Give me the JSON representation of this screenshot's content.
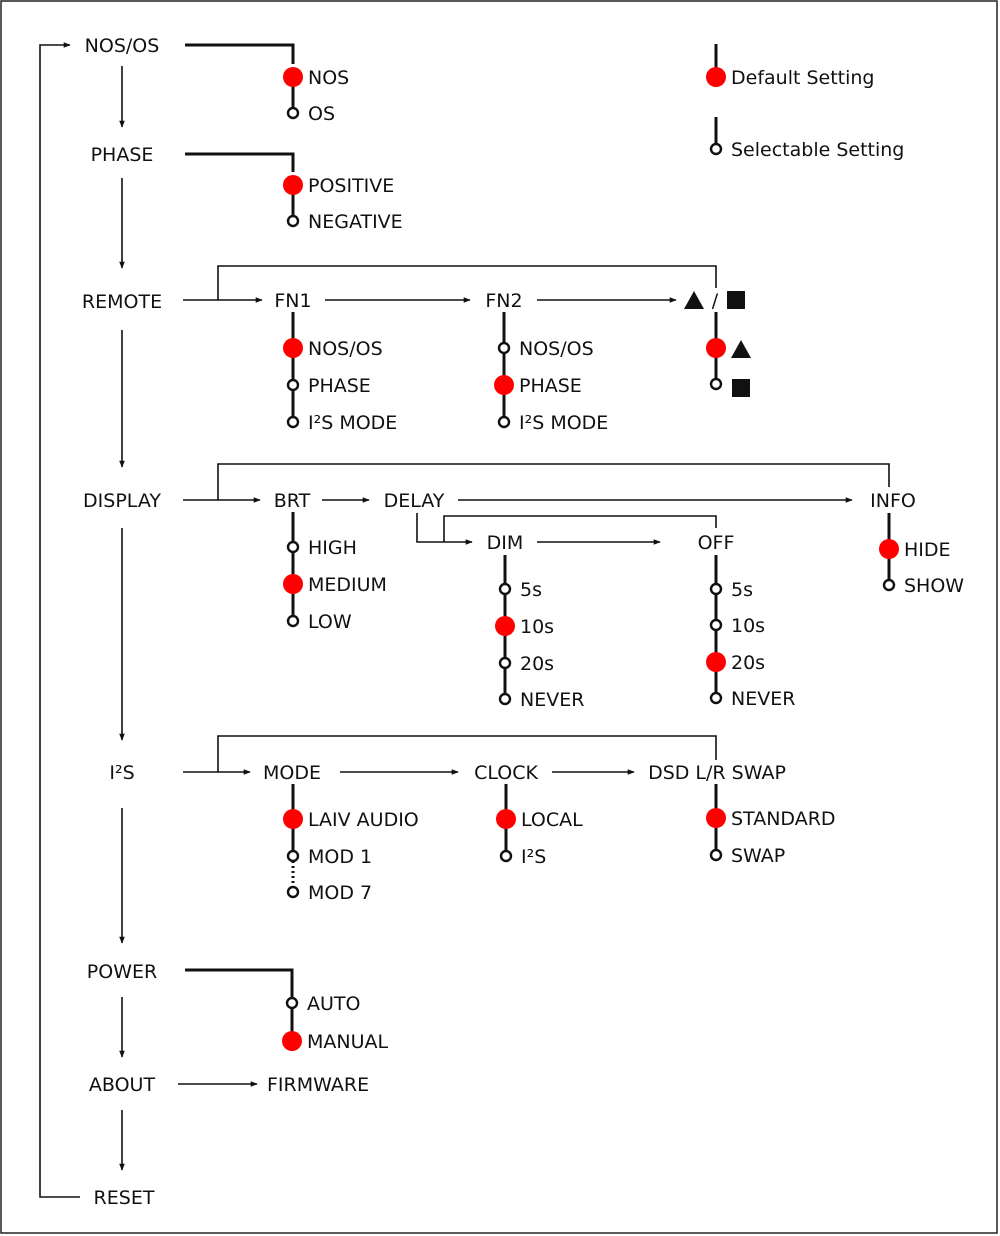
{
  "colors": {
    "default_dot": "#ff0000",
    "line": "#111111"
  },
  "legend": {
    "default_label": "Default Setting",
    "selectable_label": "Selectable Setting"
  },
  "menu": {
    "nos_os": "NOS/OS",
    "phase": "PHASE",
    "remote": "REMOTE",
    "display": "DISPLAY",
    "i2s": "I²S",
    "power": "POWER",
    "about": "ABOUT",
    "reset": "RESET"
  },
  "nos_os": {
    "options": [
      "NOS",
      "OS"
    ],
    "default_index": 0
  },
  "phase": {
    "options": [
      "POSITIVE",
      "NEGATIVE"
    ],
    "default_index": 0
  },
  "remote": {
    "fn1": {
      "label": "FN1",
      "options": [
        "NOS/OS",
        "PHASE",
        "I²S MODE"
      ],
      "default_index": 0
    },
    "fn2": {
      "label": "FN2",
      "options": [
        "NOS/OS",
        "PHASE",
        "I²S MODE"
      ],
      "default_index": 1
    },
    "shape": {
      "separator": "/",
      "options": [
        "triangle",
        "square"
      ],
      "default_index": 0
    }
  },
  "display": {
    "brt": {
      "label": "BRT",
      "options": [
        "HIGH",
        "MEDIUM",
        "LOW"
      ],
      "default_index": 1
    },
    "delay": {
      "label": "DELAY"
    },
    "dim": {
      "label": "DIM",
      "options": [
        "5s",
        "10s",
        "20s",
        "NEVER"
      ],
      "default_index": 1
    },
    "off": {
      "label": "OFF",
      "options": [
        "5s",
        "10s",
        "20s",
        "NEVER"
      ],
      "default_index": 2
    },
    "info": {
      "label": "INFO",
      "options": [
        "HIDE",
        "SHOW"
      ],
      "default_index": 0
    }
  },
  "i2s": {
    "mode": {
      "label": "MODE",
      "options": [
        "LAIV AUDIO",
        "MOD 1",
        "MOD 7"
      ],
      "default_index": 0
    },
    "clock": {
      "label": "CLOCK",
      "options": [
        "LOCAL",
        "I²S"
      ],
      "default_index": 0
    },
    "swap": {
      "label": "DSD L/R SWAP",
      "options": [
        "STANDARD",
        "SWAP"
      ],
      "default_index": 0
    }
  },
  "power": {
    "options": [
      "AUTO",
      "MANUAL"
    ],
    "default_index": 1
  },
  "about": {
    "firmware": "FIRMWARE"
  }
}
